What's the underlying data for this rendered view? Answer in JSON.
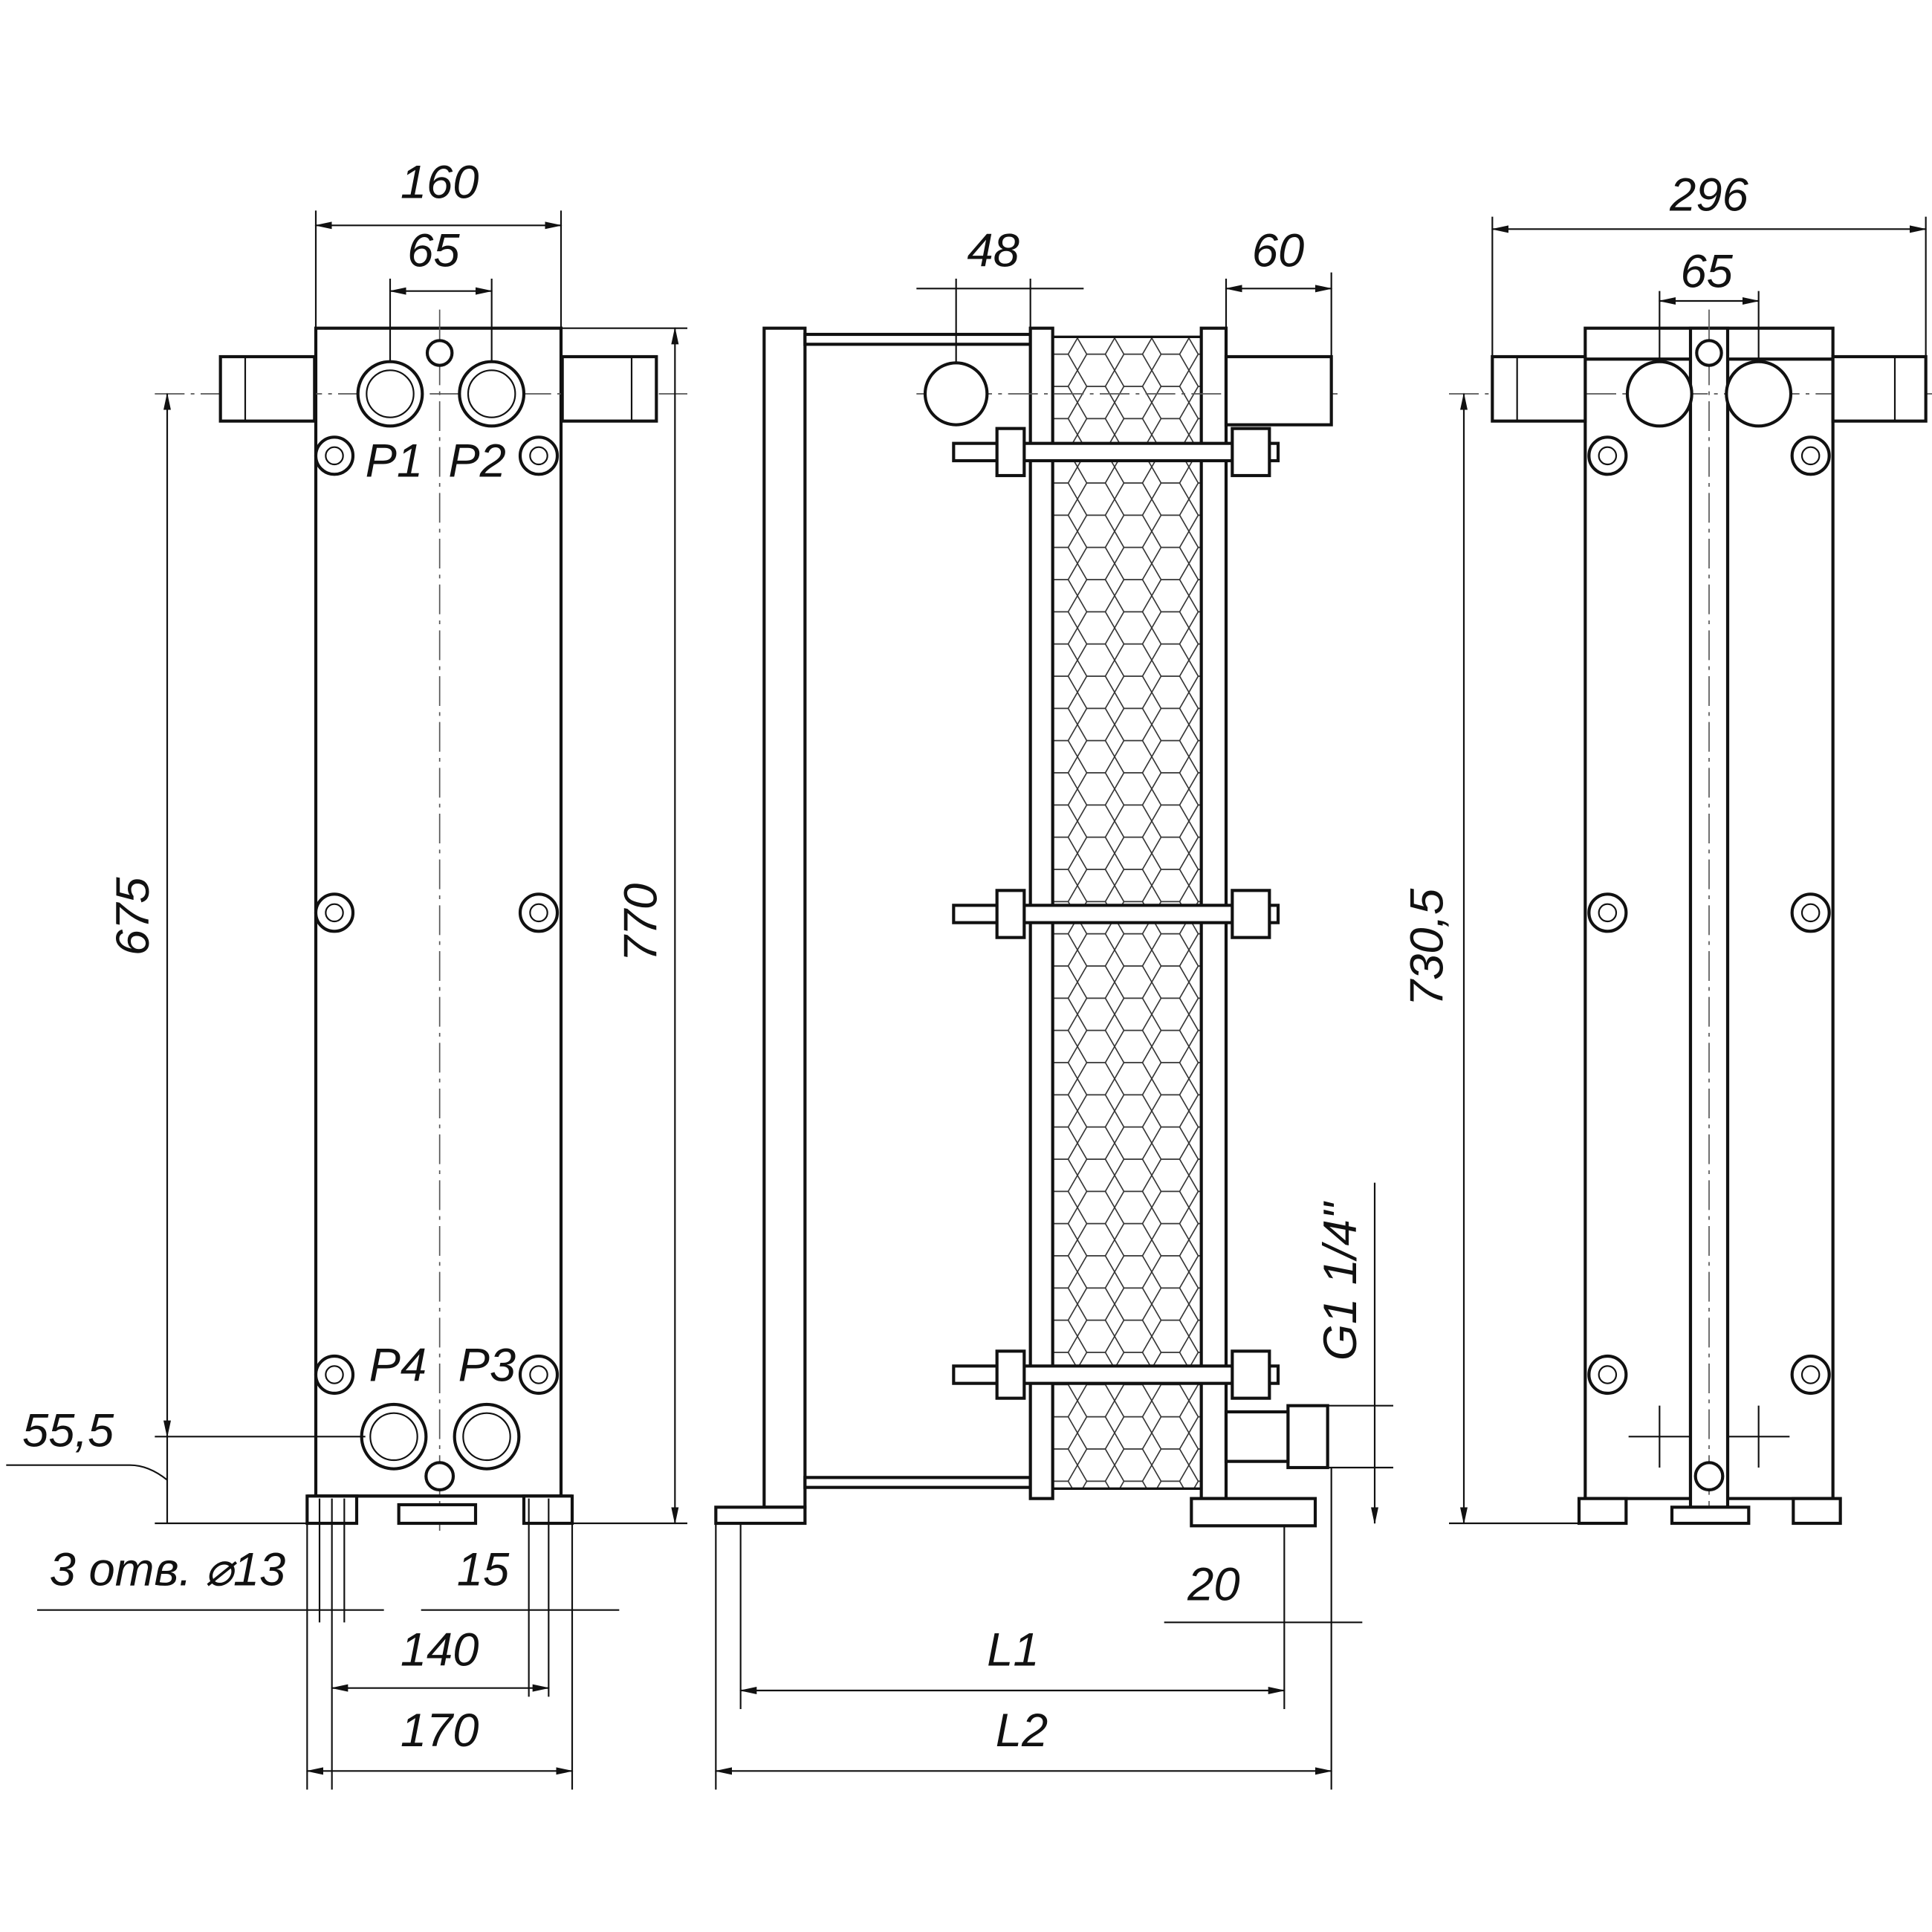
{
  "front_view": {
    "dim_width_top": "160",
    "dim_port_spacing": "65",
    "port_labels": [
      "P1",
      "P2",
      "P4",
      "P3"
    ],
    "dim_port_vertical": "675",
    "dim_height": "770",
    "dim_bottom_port": "55,5",
    "dim_holes": "3 отв. ⌀13",
    "dim_foot": "15",
    "dim_hole_spacing": "140",
    "dim_base_width": "170"
  },
  "side_view": {
    "dim_nozzle_offset": "48",
    "dim_nozzle_length": "60",
    "dim_thread": "G1 1/4\"",
    "dim_foot_offset": "20",
    "dim_L1": "L1",
    "dim_L2": "L2"
  },
  "rear_view": {
    "dim_width": "296",
    "dim_port_spacing": "65",
    "dim_height": "730,5"
  }
}
